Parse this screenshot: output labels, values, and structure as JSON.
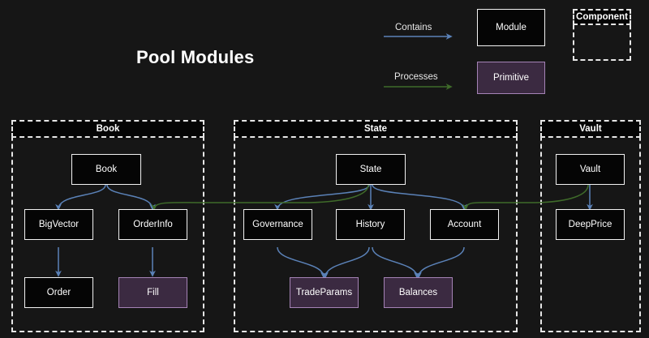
{
  "page": {
    "title": "Pool Modules",
    "background": "#161616"
  },
  "colors": {
    "background": "#161616",
    "module_fill": "#050505",
    "module_border": "#f2f2f2",
    "primitive_fill": "#3b2a41",
    "primitive_border": "#a583b6",
    "contains_edge": "#5b82b8",
    "processes_edge": "#3f6b2a",
    "cluster_border": "#e6e6e6",
    "text": "#ffffff"
  },
  "legend": {
    "contains_label": "Contains",
    "processes_label": "Processes",
    "module_label": "Module",
    "primitive_label": "Primitive",
    "component_label": "Component"
  },
  "clusters": [
    {
      "id": "book",
      "label": "Book"
    },
    {
      "id": "state",
      "label": "State"
    },
    {
      "id": "vault",
      "label": "Vault"
    }
  ],
  "nodes": [
    {
      "id": "book",
      "label": "Book",
      "type": "module",
      "cluster": "book"
    },
    {
      "id": "bigvector",
      "label": "BigVector",
      "type": "module",
      "cluster": "book"
    },
    {
      "id": "orderinfo",
      "label": "OrderInfo",
      "type": "module",
      "cluster": "book"
    },
    {
      "id": "order",
      "label": "Order",
      "type": "module",
      "cluster": "book"
    },
    {
      "id": "fill",
      "label": "Fill",
      "type": "primitive",
      "cluster": "book"
    },
    {
      "id": "state",
      "label": "State",
      "type": "module",
      "cluster": "state"
    },
    {
      "id": "governance",
      "label": "Governance",
      "type": "module",
      "cluster": "state"
    },
    {
      "id": "history",
      "label": "History",
      "type": "module",
      "cluster": "state"
    },
    {
      "id": "account",
      "label": "Account",
      "type": "module",
      "cluster": "state"
    },
    {
      "id": "tradeparams",
      "label": "TradeParams",
      "type": "primitive",
      "cluster": "state"
    },
    {
      "id": "balances",
      "label": "Balances",
      "type": "primitive",
      "cluster": "state"
    },
    {
      "id": "vault",
      "label": "Vault",
      "type": "module",
      "cluster": "vault"
    },
    {
      "id": "deepprice",
      "label": "DeepPrice",
      "type": "module",
      "cluster": "vault"
    }
  ],
  "edges": [
    {
      "from": "book",
      "to": "bigvector",
      "kind": "contains"
    },
    {
      "from": "bigvector",
      "to": "order",
      "kind": "contains"
    },
    {
      "from": "orderinfo",
      "to": "fill",
      "kind": "contains"
    },
    {
      "from": "state",
      "to": "governance",
      "kind": "contains"
    },
    {
      "from": "state",
      "to": "history",
      "kind": "contains"
    },
    {
      "from": "state",
      "to": "account",
      "kind": "contains"
    },
    {
      "from": "governance",
      "to": "tradeparams",
      "kind": "contains"
    },
    {
      "from": "history",
      "to": "tradeparams",
      "kind": "contains"
    },
    {
      "from": "history",
      "to": "balances",
      "kind": "contains"
    },
    {
      "from": "account",
      "to": "balances",
      "kind": "contains"
    },
    {
      "from": "vault",
      "to": "deepprice",
      "kind": "contains"
    },
    {
      "from": "book",
      "to": "orderinfo",
      "kind": "contains"
    },
    {
      "from": "state",
      "to": "orderinfo",
      "kind": "processes"
    },
    {
      "from": "vault",
      "to": "account",
      "kind": "processes"
    }
  ]
}
